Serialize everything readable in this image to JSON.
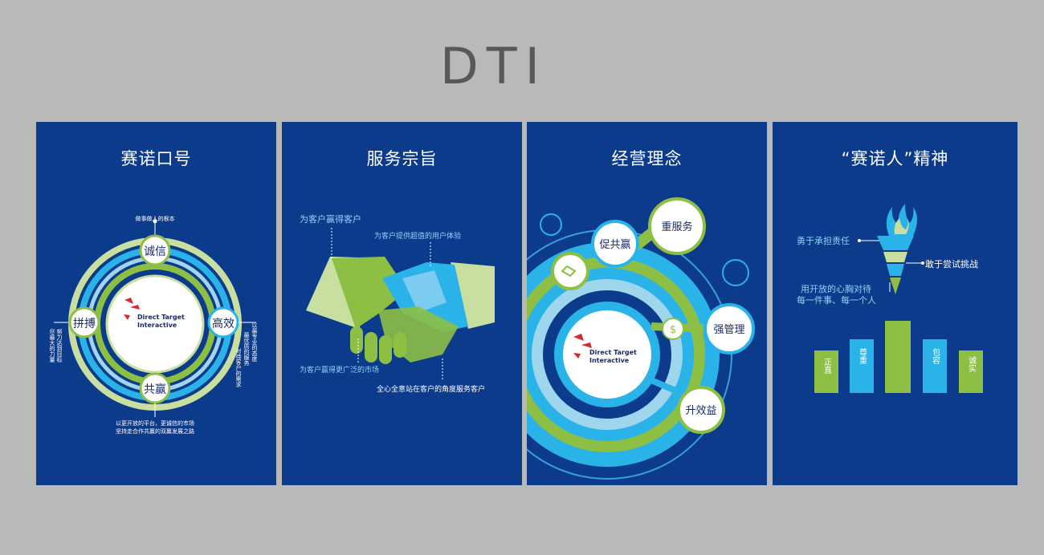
{
  "header": {
    "title": "DTI"
  },
  "logo": {
    "line1": "Direct Target",
    "line2": "Interactive"
  },
  "panel1": {
    "title": "赛诺口号",
    "top_note": "做事做人的根本",
    "nodes": {
      "top": "诚信",
      "right": "高效",
      "bottom": "共赢",
      "left": "拼搏"
    },
    "left_note": [
      "努力达到目标",
      "尽最大的力量"
    ],
    "right_note": [
      "以最专业的态度",
      "最优质的服务",
      "对待客户的需求"
    ],
    "bottom_note": [
      "以更开放的平台，更诚信的市场",
      "坚持走合作共赢的双赢发展之路"
    ]
  },
  "panel2": {
    "title": "服务宗旨",
    "label1": "为客户赢得客户",
    "label2": "为客户提供超值的用户体验",
    "label3": "为客户赢得更广泛的市场",
    "label4": "全心全意站在客户的角度服务客户"
  },
  "panel3": {
    "title": "经营理念",
    "b1": "促共赢",
    "b2": "重服务",
    "b3": "强管理",
    "b4": "升效益"
  },
  "panel4": {
    "title": "“赛诺人”精神",
    "note1": "勇于承担责任",
    "note2": "敢于尝试挑战",
    "note3": [
      "用开放的心胸对待",
      "每一件事、每一个人"
    ],
    "bars": [
      "正直",
      "尊重",
      "",
      "包容",
      "诚实"
    ]
  },
  "colors": {
    "background": "#b9b9b7",
    "panel": "#0d3b8c",
    "green": "#8dbf45",
    "light_green": "#c8dfa0",
    "cyan": "#29b3e8",
    "light_blue": "#9fd6ee"
  }
}
